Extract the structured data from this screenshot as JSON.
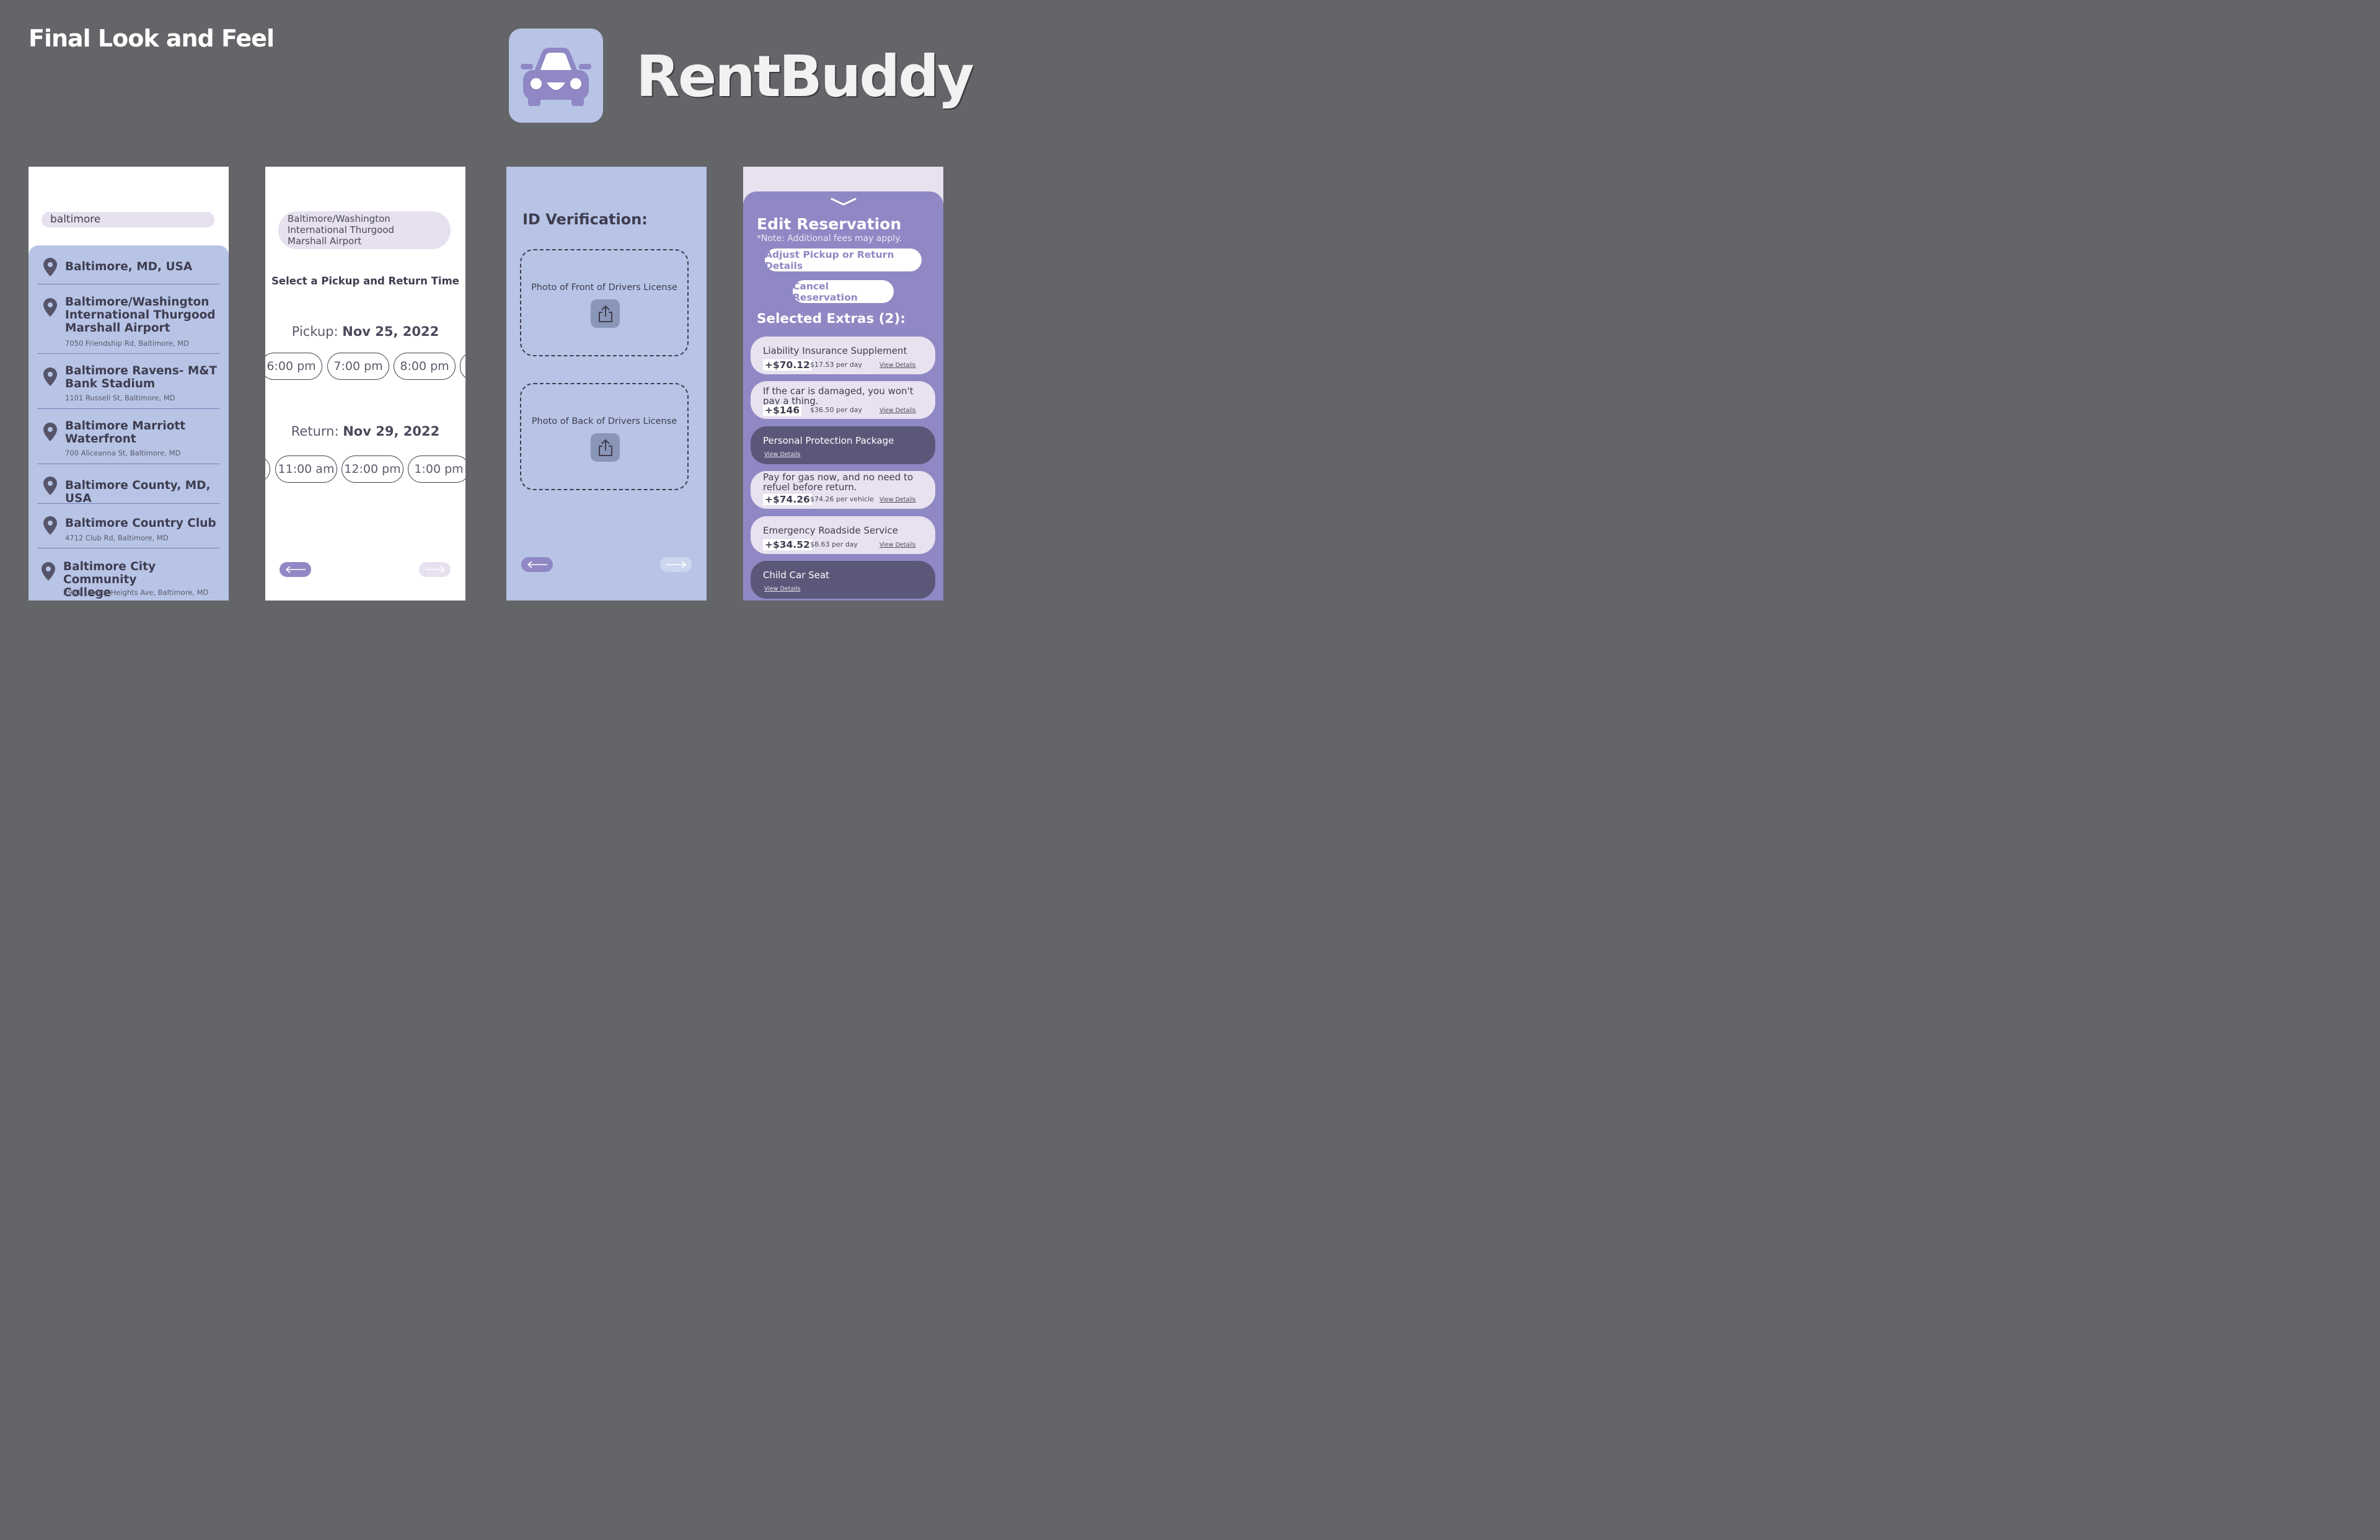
{
  "page_heading": "Final Look and Feel",
  "brand": {
    "name": "RentBuddy",
    "logo_icon": "smiling-car-icon",
    "logo_bg": "#b7c4e6",
    "logo_fg": "#8f88c4"
  },
  "screen1": {
    "search_value": "baltimore",
    "results": [
      {
        "title": "Baltimore, MD, USA",
        "address": ""
      },
      {
        "title_lines": [
          "Baltimore/Washington",
          "International Thurgood",
          "Marshall Airport"
        ],
        "address": "7050 Friendship Rd, Baltimore, MD"
      },
      {
        "title_lines": [
          "Baltimore Ravens- M&T",
          "Bank Stadium"
        ],
        "address": "1101 Russell St, Baltimore, MD"
      },
      {
        "title_lines": [
          "Baltimore Marriott",
          "Waterfront"
        ],
        "address": "700 Aliceanna St, Baltimore, MD"
      },
      {
        "title": "Baltimore County, MD, USA",
        "address": ""
      },
      {
        "title": "Baltimore Country Club",
        "address": "4712 Club Rd, Baltimore, MD"
      },
      {
        "title_lines": [
          "Baltimore City Community",
          "College"
        ],
        "address": "2901 Liberty Heights Ave, Baltimore, MD"
      }
    ]
  },
  "screen2": {
    "location_lines": [
      "Baltimore/Washington",
      "International Thurgood",
      "Marshall Airport"
    ],
    "heading": "Select a Pickup and Return Time",
    "pickup_label": "Pickup:",
    "pickup_date": "Nov 25, 2022",
    "pickup_times": [
      "6:00 pm",
      "7:00 pm",
      "8:00 pm"
    ],
    "return_label": "Return:",
    "return_date": "Nov 29, 2022",
    "return_times": [
      "11:00 am",
      "12:00 pm",
      "1:00 pm"
    ]
  },
  "screen3": {
    "title": "ID Verification:",
    "front_label": "Photo of Front of Drivers License",
    "back_label": "Photo of Back of Drivers License"
  },
  "screen4": {
    "title": "Edit Reservation",
    "note": "*Note: Additional fees may apply.",
    "adjust_button": "Adjust Pickup or Return Details",
    "cancel_button": "Cancel Reservation",
    "extras_title": "Selected Extras (2):",
    "extras": [
      {
        "name": "Liability Insurance Supplement",
        "price": "+$70.12",
        "rate": "$17.53 per day",
        "link": "View Details",
        "selected": false
      },
      {
        "name_lines": [
          "If the car is damaged, you won't",
          "pay a thing."
        ],
        "price": "+$146",
        "rate": "$36.50 per day",
        "link": "View Details",
        "selected": false
      },
      {
        "name": "Personal Protection Package",
        "link": "View Details",
        "selected": true
      },
      {
        "name_lines": [
          "Pay for gas now, and no need to",
          "refuel before return."
        ],
        "price": "+$74.26",
        "rate": "$74.26 per vehicle",
        "link": "View Details",
        "selected": false
      },
      {
        "name": "Emergency Roadside Service",
        "price": "+$34.52",
        "rate": "$8.63 per day",
        "link": "View Details",
        "selected": false
      },
      {
        "name": "Child Car Seat",
        "link": "View Details",
        "selected": true
      }
    ]
  },
  "colors": {
    "background": "#646568",
    "lavender": "#e6e0ef",
    "periwinkle": "#b7c4e6",
    "purple": "#8f88c4",
    "dark_purple": "#5b5779"
  }
}
